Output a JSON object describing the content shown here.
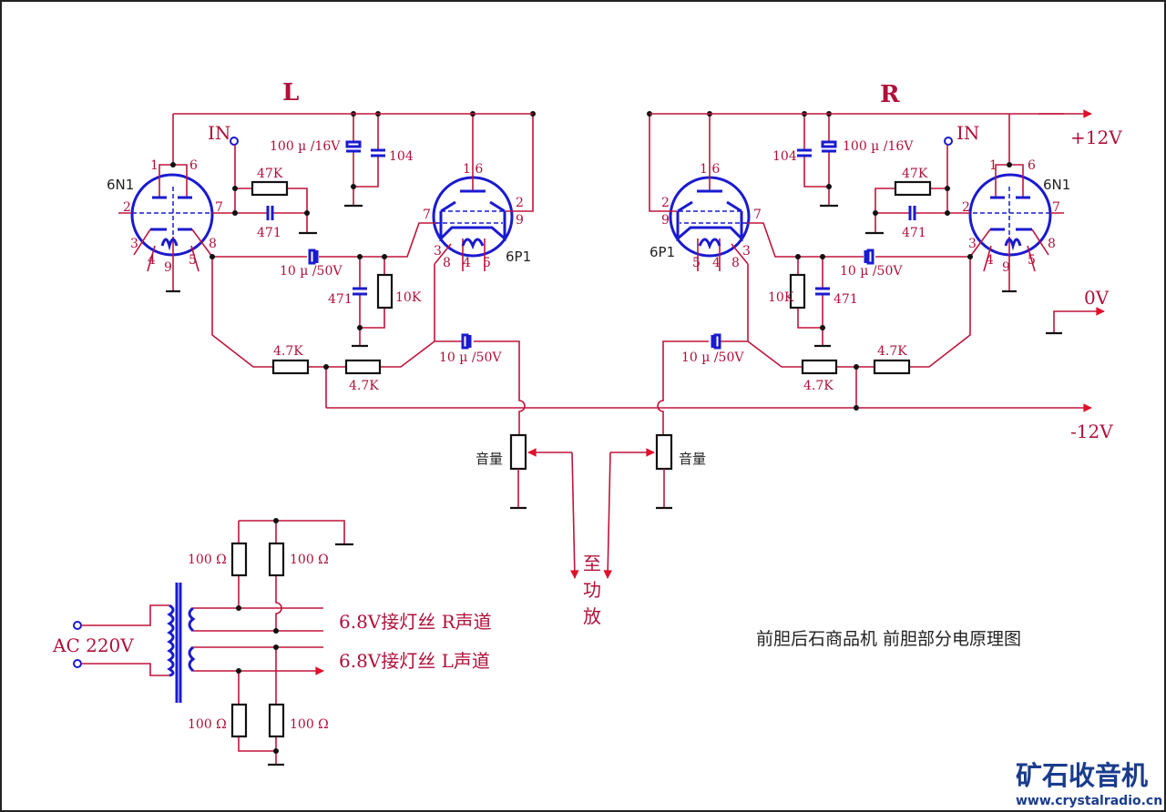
{
  "channels": {
    "left": "L",
    "right": "R"
  },
  "rails": {
    "pos": "+12V",
    "neg": "-12V",
    "zero": "0V"
  },
  "tubes": {
    "pre": "6N1",
    "power": "6P1"
  },
  "pins": {
    "p1": "1",
    "p6": "6",
    "p2": "2",
    "p7": "7",
    "p3": "3",
    "p4": "4",
    "p9": "9",
    "p5": "5",
    "p8": "8",
    "p16": "1 6"
  },
  "input": "IN",
  "components": {
    "c_bulk": "100 µ /16V",
    "c_bypass": "104",
    "r_grid": "47K",
    "c_grid": "471",
    "c_couple": "10 µ /50V",
    "c_471": "471",
    "r_10k": "10K",
    "r_fb1": "4.7K",
    "r_fb2": "4.7K",
    "c_out": "10 µ /50V"
  },
  "volume": "音量",
  "output": [
    "至",
    "功",
    "放"
  ],
  "psu": {
    "ac": "AC 220V",
    "r": "100 Ω",
    "out_r": "6.8V接灯丝 R声道",
    "out_l": "6.8V接灯丝 L声道"
  },
  "title": "前胆后石商品机 前胆部分电原理图",
  "logo": {
    "name": "矿石收音机",
    "url": "www.crystalradio.cn"
  },
  "colors": {
    "wire": "#c0143c",
    "tube": "#1a1ad0",
    "component": "#111111"
  }
}
